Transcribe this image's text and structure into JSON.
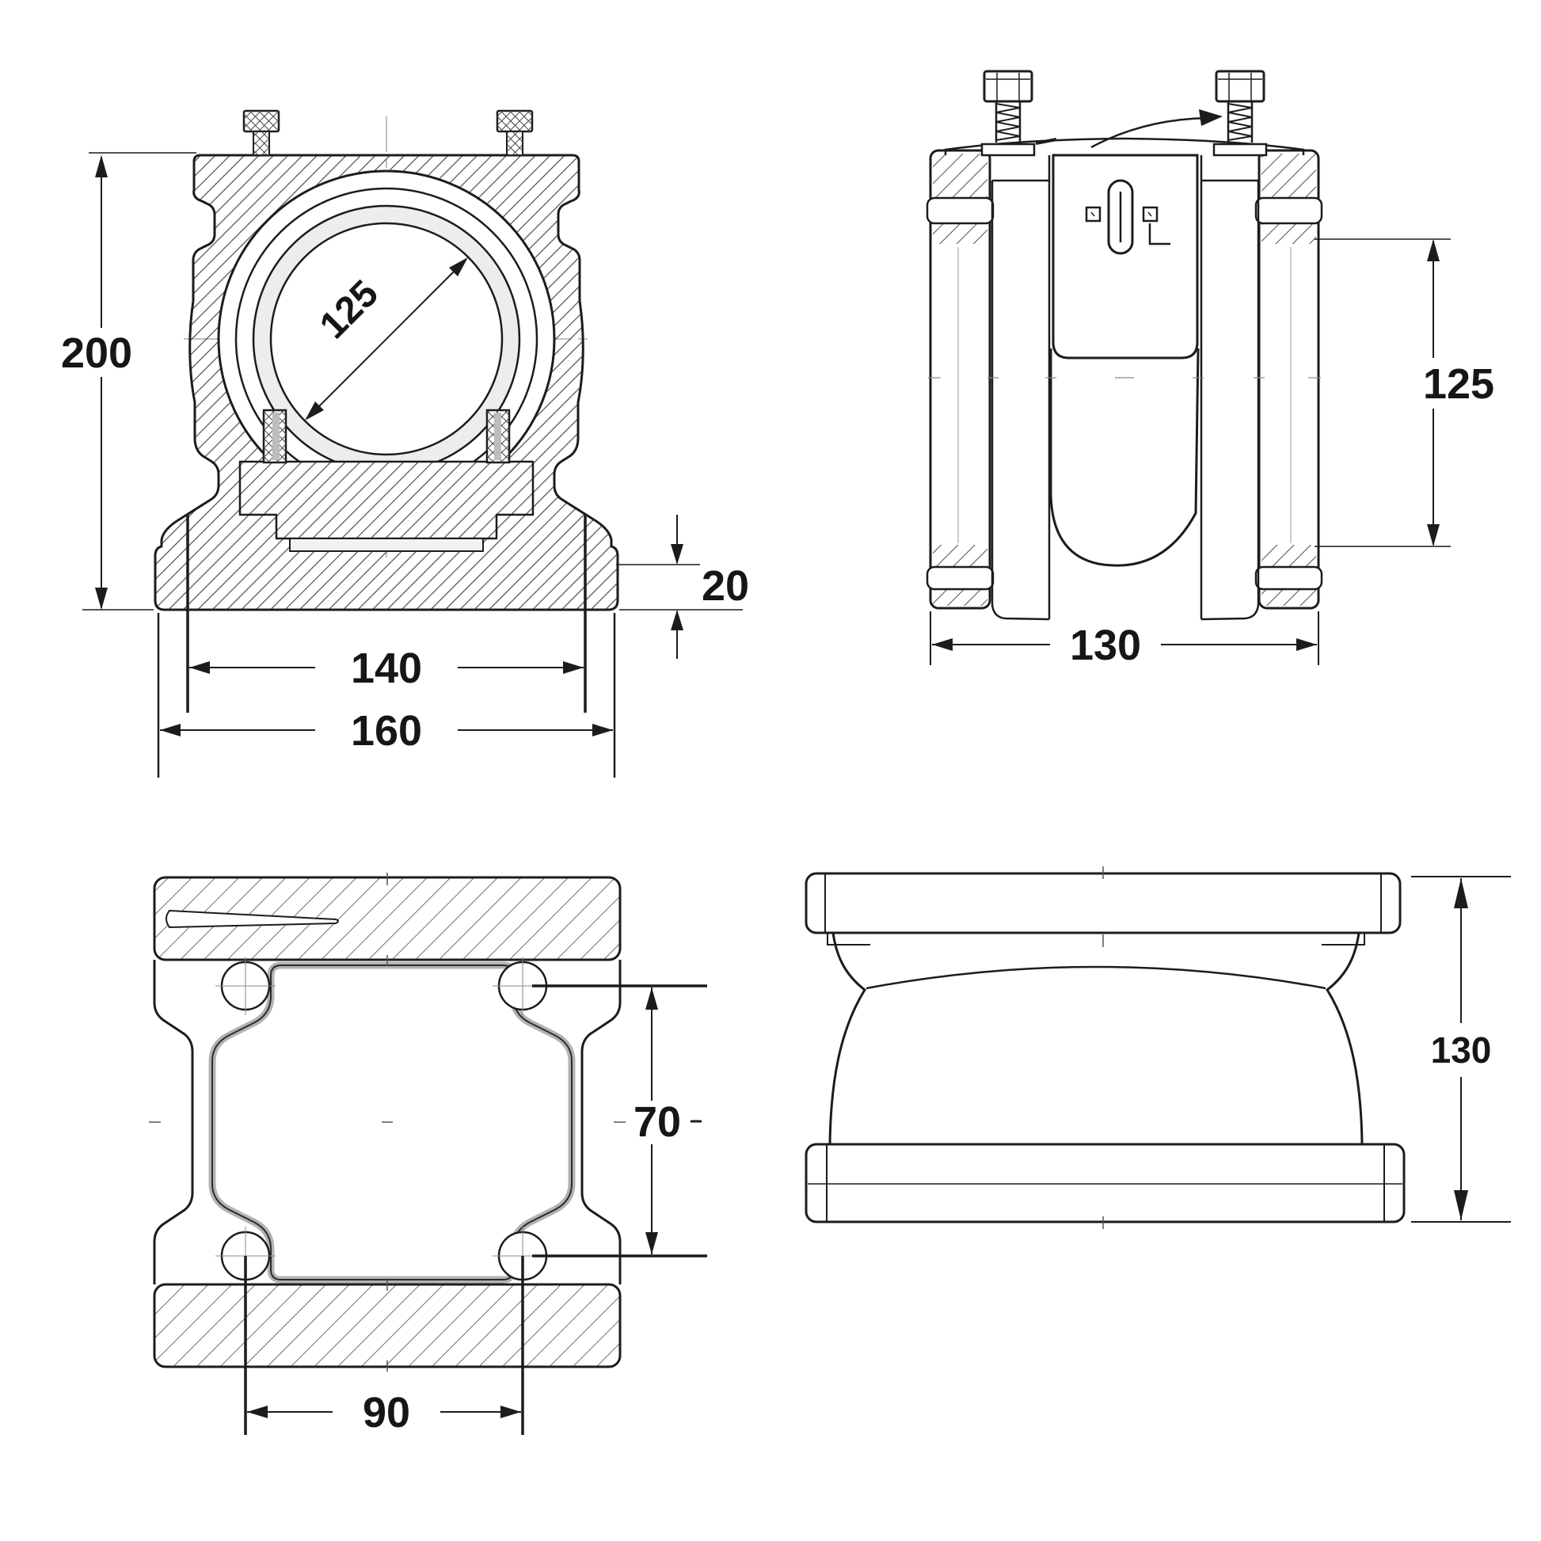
{
  "drawing": {
    "background": "#ffffff",
    "line_color": "#1c1c1c",
    "centerline_color": "#999999",
    "liner_color": "#b3b3b3",
    "hatch_color": "#4a4a4a",
    "stipple_color": "#ededed",
    "views": {
      "front_section": {
        "overall_height": "200",
        "bore_diameter": "125",
        "base_thickness": "20",
        "bolt_spacing": "140",
        "base_width": "160"
      },
      "side_section": {
        "bore_height": "125",
        "overall_width": "130"
      },
      "plan": {
        "hole_spacing_vertical": "70",
        "hole_spacing_horizontal": "90"
      },
      "side_elevation": {
        "overall_height": "130"
      }
    }
  }
}
